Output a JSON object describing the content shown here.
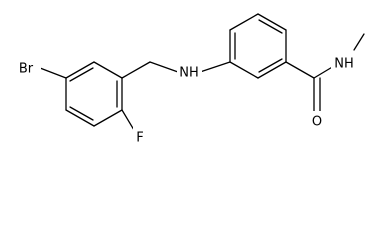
{
  "molecule": {
    "atoms": {
      "br": "Br",
      "f": "F",
      "nh": "NH",
      "n_methyl": "NH",
      "o": "O"
    }
  }
}
